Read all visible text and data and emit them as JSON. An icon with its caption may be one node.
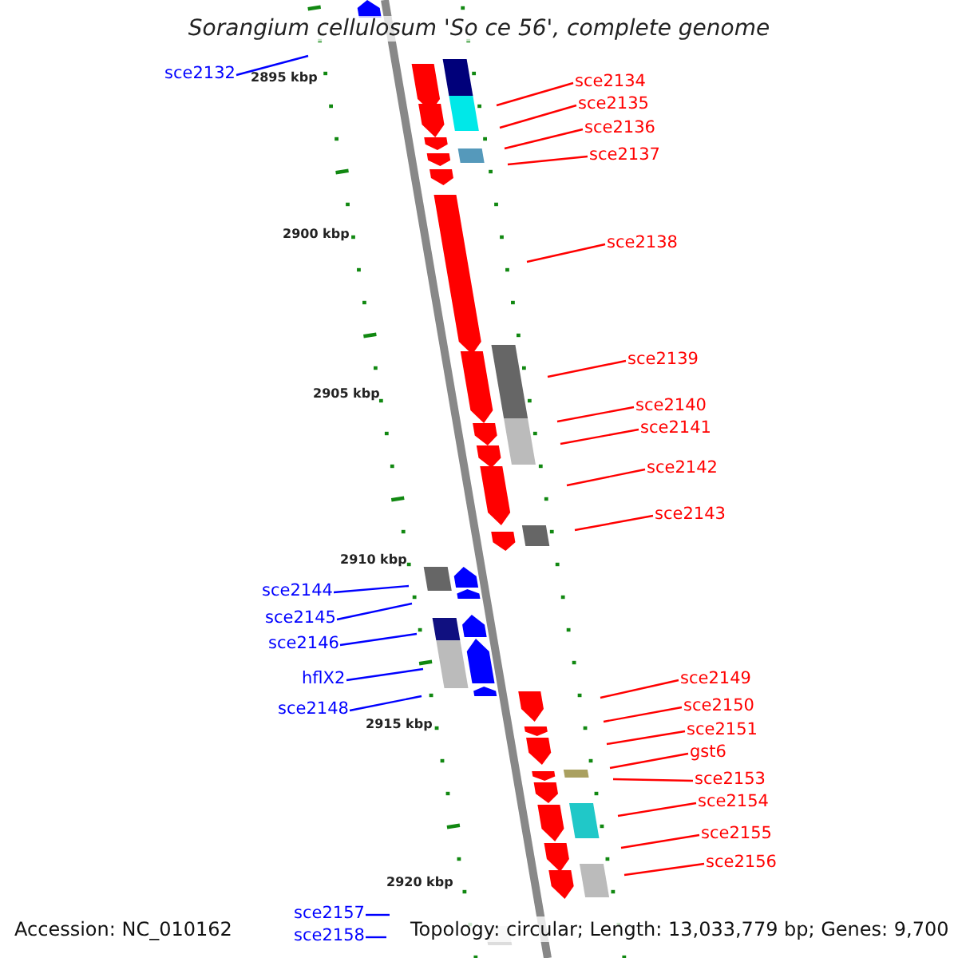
{
  "diagram": {
    "title": "Sorangium cellulosum 'So ce 56', complete genome",
    "nodes": [
      {
        "text": [
          "sce2132"
        ]
      },
      {
        "text": [
          "sce2134"
        ]
      },
      {
        "text": [
          "sce2135"
        ]
      },
      {
        "text": [
          "sce2136"
        ]
      },
      {
        "text": [
          "sce2137"
        ]
      },
      {
        "text": [
          "sce2138"
        ]
      },
      {
        "text": [
          "sce2139"
        ]
      },
      {
        "text": [
          "sce2140"
        ]
      },
      {
        "text": [
          "sce2141"
        ]
      },
      {
        "text": [
          "sce2142"
        ]
      },
      {
        "text": [
          "sce2143"
        ]
      },
      {
        "text": [
          "sce2144"
        ]
      },
      {
        "text": [
          "sce2145"
        ]
      },
      {
        "text": [
          "sce2146"
        ]
      },
      {
        "text": [
          "hflX2"
        ]
      },
      {
        "text": [
          "sce2148"
        ]
      },
      {
        "text": [
          "sce2149"
        ]
      },
      {
        "text": [
          "sce2150"
        ]
      },
      {
        "text": [
          "sce2151"
        ]
      },
      {
        "text": [
          "gst6"
        ]
      },
      {
        "text": [
          "sce2153"
        ]
      },
      {
        "text": [
          "sce2154"
        ]
      },
      {
        "text": [
          "sce2155"
        ]
      },
      {
        "text": [
          "sce2156"
        ]
      },
      {
        "text": [
          "sce2157"
        ]
      },
      {
        "text": [
          "sce2158"
        ]
      }
    ],
    "edges": [
      {
        "from": 0,
        "to": null,
        "arrow": "none",
        "color": "#0000ff"
      },
      {
        "from": 1,
        "to": null,
        "arrow": "none"
      },
      {
        "from": 2,
        "to": null,
        "arrow": "none"
      },
      {
        "from": 3,
        "to": null,
        "arrow": "none"
      },
      {
        "from": 4,
        "to": null,
        "arrow": "none"
      },
      {
        "from": 5,
        "to": null,
        "arrow": "none"
      },
      {
        "from": 6,
        "to": null,
        "arrow": "none"
      },
      {
        "from": 7,
        "to": null,
        "arrow": "none"
      },
      {
        "from": 8,
        "to": null,
        "arrow": "none"
      },
      {
        "from": 9,
        "to": null,
        "arrow": "none"
      },
      {
        "from": 10,
        "to": null,
        "arrow": "none"
      },
      {
        "from": 11,
        "to": null,
        "arrow": "none",
        "color": "#0000ff"
      },
      {
        "from": 12,
        "to": null,
        "arrow": "none",
        "color": "#0000ff"
      },
      {
        "from": 13,
        "to": null,
        "arrow": "none",
        "color": "#0000ff"
      },
      {
        "from": 14,
        "to": null,
        "arrow": "none",
        "color": "#0000ff"
      },
      {
        "from": 15,
        "to": null,
        "arrow": "none",
        "color": "#0000ff"
      },
      {
        "from": 16,
        "to": null,
        "arrow": "none"
      },
      {
        "from": 17,
        "to": null,
        "arrow": "none"
      },
      {
        "from": 18,
        "to": null,
        "arrow": "none"
      },
      {
        "from": 19,
        "to": null,
        "arrow": "none"
      },
      {
        "from": 20,
        "to": null,
        "arrow": "none"
      },
      {
        "from": 21,
        "to": null,
        "arrow": "none"
      },
      {
        "from": 22,
        "to": null,
        "arrow": "none"
      },
      {
        "from": 23,
        "to": null,
        "arrow": "none"
      },
      {
        "from": 24,
        "to": null,
        "arrow": "none",
        "color": "#0000ff"
      },
      {
        "from": 25,
        "to": null,
        "arrow": "none",
        "color": "#0000ff"
      }
    ],
    "labels": [
      "2895 kbp",
      "2900 kbp",
      "2905 kbp",
      "2910 kbp",
      "2915 kbp",
      "2920 kbp",
      "Accession: NC_010162",
      "Topology: circular; Length: 13,033,779 bp; Genes: 9,700"
    ]
  }
}
